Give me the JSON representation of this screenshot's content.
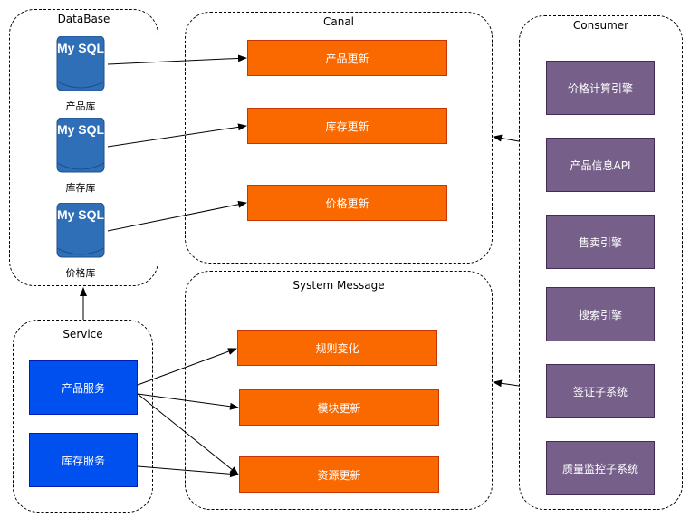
{
  "database": {
    "title": "DataBase",
    "items": [
      {
        "logo": "My SQL",
        "label": "产品库"
      },
      {
        "logo": "My SQL",
        "label": "库存库"
      },
      {
        "logo": "My SQL",
        "label": "价格库"
      }
    ]
  },
  "canal": {
    "title": "Canal",
    "items": [
      "产品更新",
      "库存更新",
      "价格更新"
    ]
  },
  "consumer": {
    "title": "Consumer",
    "items": [
      "价格计算引擎",
      "产品信息API",
      "售卖引擎",
      "搜索引擎",
      "签证子系统",
      "质量监控子系统"
    ]
  },
  "service": {
    "title": "Service",
    "items": [
      "产品服务",
      "库存服务"
    ]
  },
  "system_message": {
    "title": "System Message",
    "items": [
      "规则变化",
      "模块更新",
      "资源更新"
    ]
  },
  "colors": {
    "orange": "#fa6800",
    "purple": "#76608a",
    "blue": "#0050ef",
    "mysql_blue": "#2f6fb8"
  }
}
